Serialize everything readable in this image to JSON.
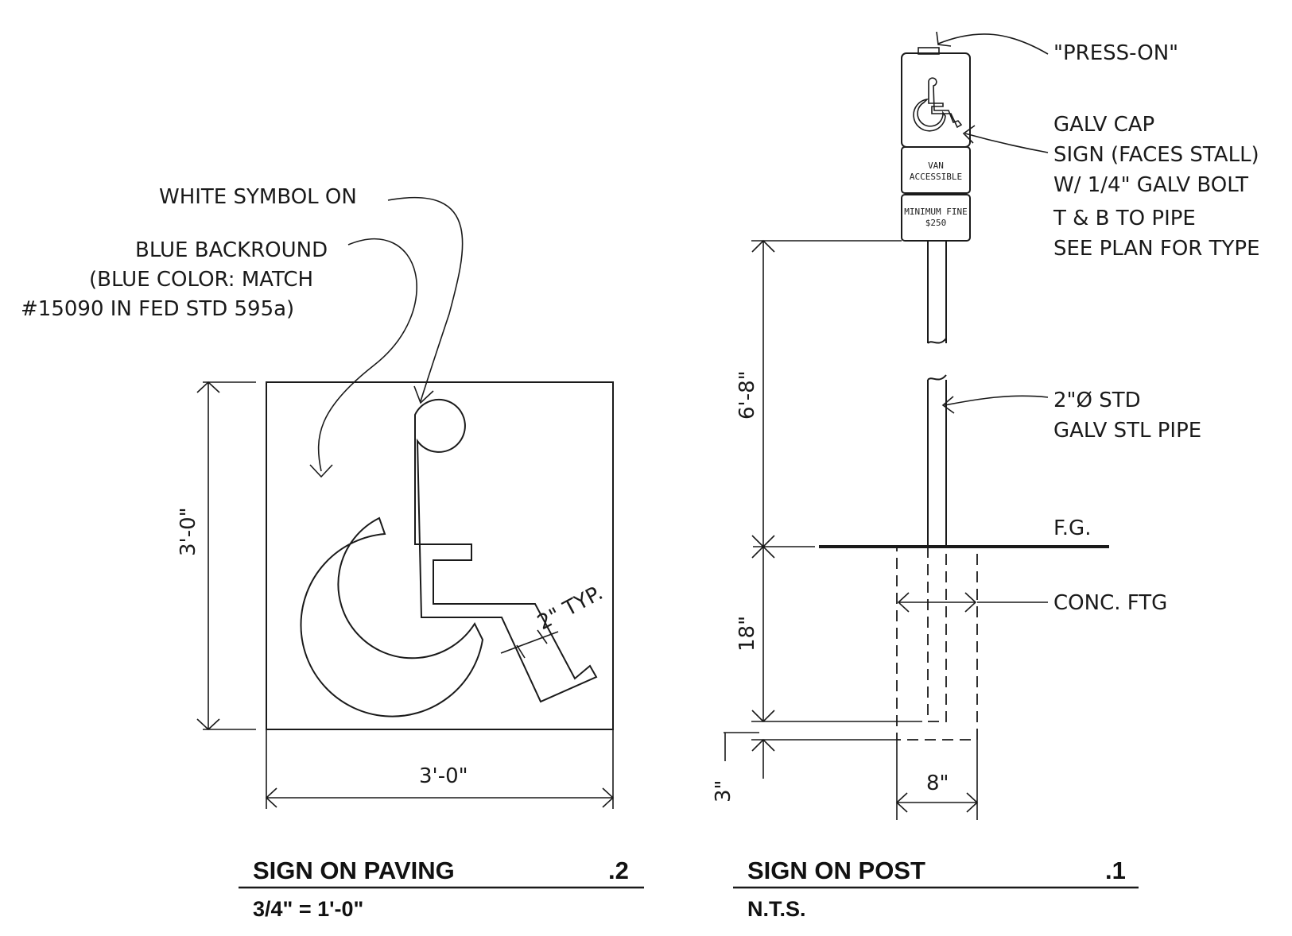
{
  "paving": {
    "note_line1": "WHITE SYMBOL ON",
    "note_line2": "BLUE BACKROUND",
    "note_line3": "(BLUE COLOR: MATCH",
    "note_line4": "#15090 IN FED STD 595a)",
    "dim_height": "3'-0\"",
    "dim_width": "3'-0\"",
    "typ_note": "2\" TYP.",
    "title": "SIGN ON PAVING",
    "number": ".2",
    "scale": "3/4\" = 1'-0\""
  },
  "post": {
    "press_on": "\"PRESS-ON\"",
    "sign_line1": "GALV CAP",
    "sign_line2": "SIGN (FACES STALL)",
    "sign_line3": "W/ 1/4\" GALV BOLT",
    "sign_line4": "T & B TO PIPE",
    "sign_line5": "SEE PLAN FOR TYPE",
    "van_line1": "VAN",
    "van_line2": "ACCESSIBLE",
    "fine_line1": "MINIMUM FINE",
    "fine_line2": "$250",
    "pipe_line1": "2\"Ø STD",
    "pipe_line2": "GALV STL PIPE",
    "fg": "F.G.",
    "footing": "CONC. FTG",
    "dim_height": "6'-8\"",
    "dim_depth": "18\"",
    "dim_bottom": "3\"",
    "dim_width": "8\"",
    "title": "SIGN ON POST",
    "number": ".1",
    "scale": "N.T.S."
  }
}
